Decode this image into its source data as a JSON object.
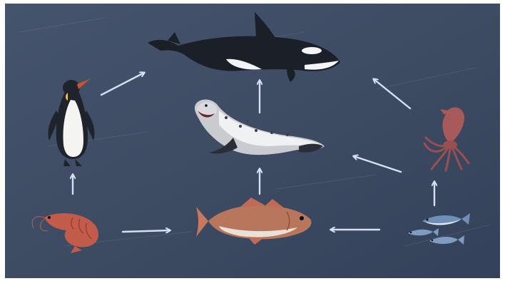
{
  "diagram": {
    "kind": "food-web",
    "background_color": "#3e4d66",
    "arrow_color": "#d6e0f0",
    "nodes": [
      {
        "id": "orca",
        "icon": "orca-icon"
      },
      {
        "id": "penguin",
        "icon": "penguin-icon"
      },
      {
        "id": "leopard-seal",
        "icon": "leopard-seal-icon"
      },
      {
        "id": "squid",
        "icon": "squid-icon"
      },
      {
        "id": "krill",
        "icon": "krill-icon"
      },
      {
        "id": "cod",
        "icon": "fish-icon"
      },
      {
        "id": "small-fish",
        "icon": "small-fish-icon"
      }
    ],
    "edges": [
      {
        "from": "krill",
        "to": "penguin"
      },
      {
        "from": "penguin",
        "to": "orca"
      },
      {
        "from": "krill",
        "to": "cod"
      },
      {
        "from": "cod",
        "to": "leopard-seal"
      },
      {
        "from": "leopard-seal",
        "to": "orca"
      },
      {
        "from": "small-fish",
        "to": "cod"
      },
      {
        "from": "small-fish",
        "to": "squid"
      },
      {
        "from": "squid",
        "to": "leopard-seal"
      },
      {
        "from": "squid",
        "to": "orca"
      }
    ]
  }
}
